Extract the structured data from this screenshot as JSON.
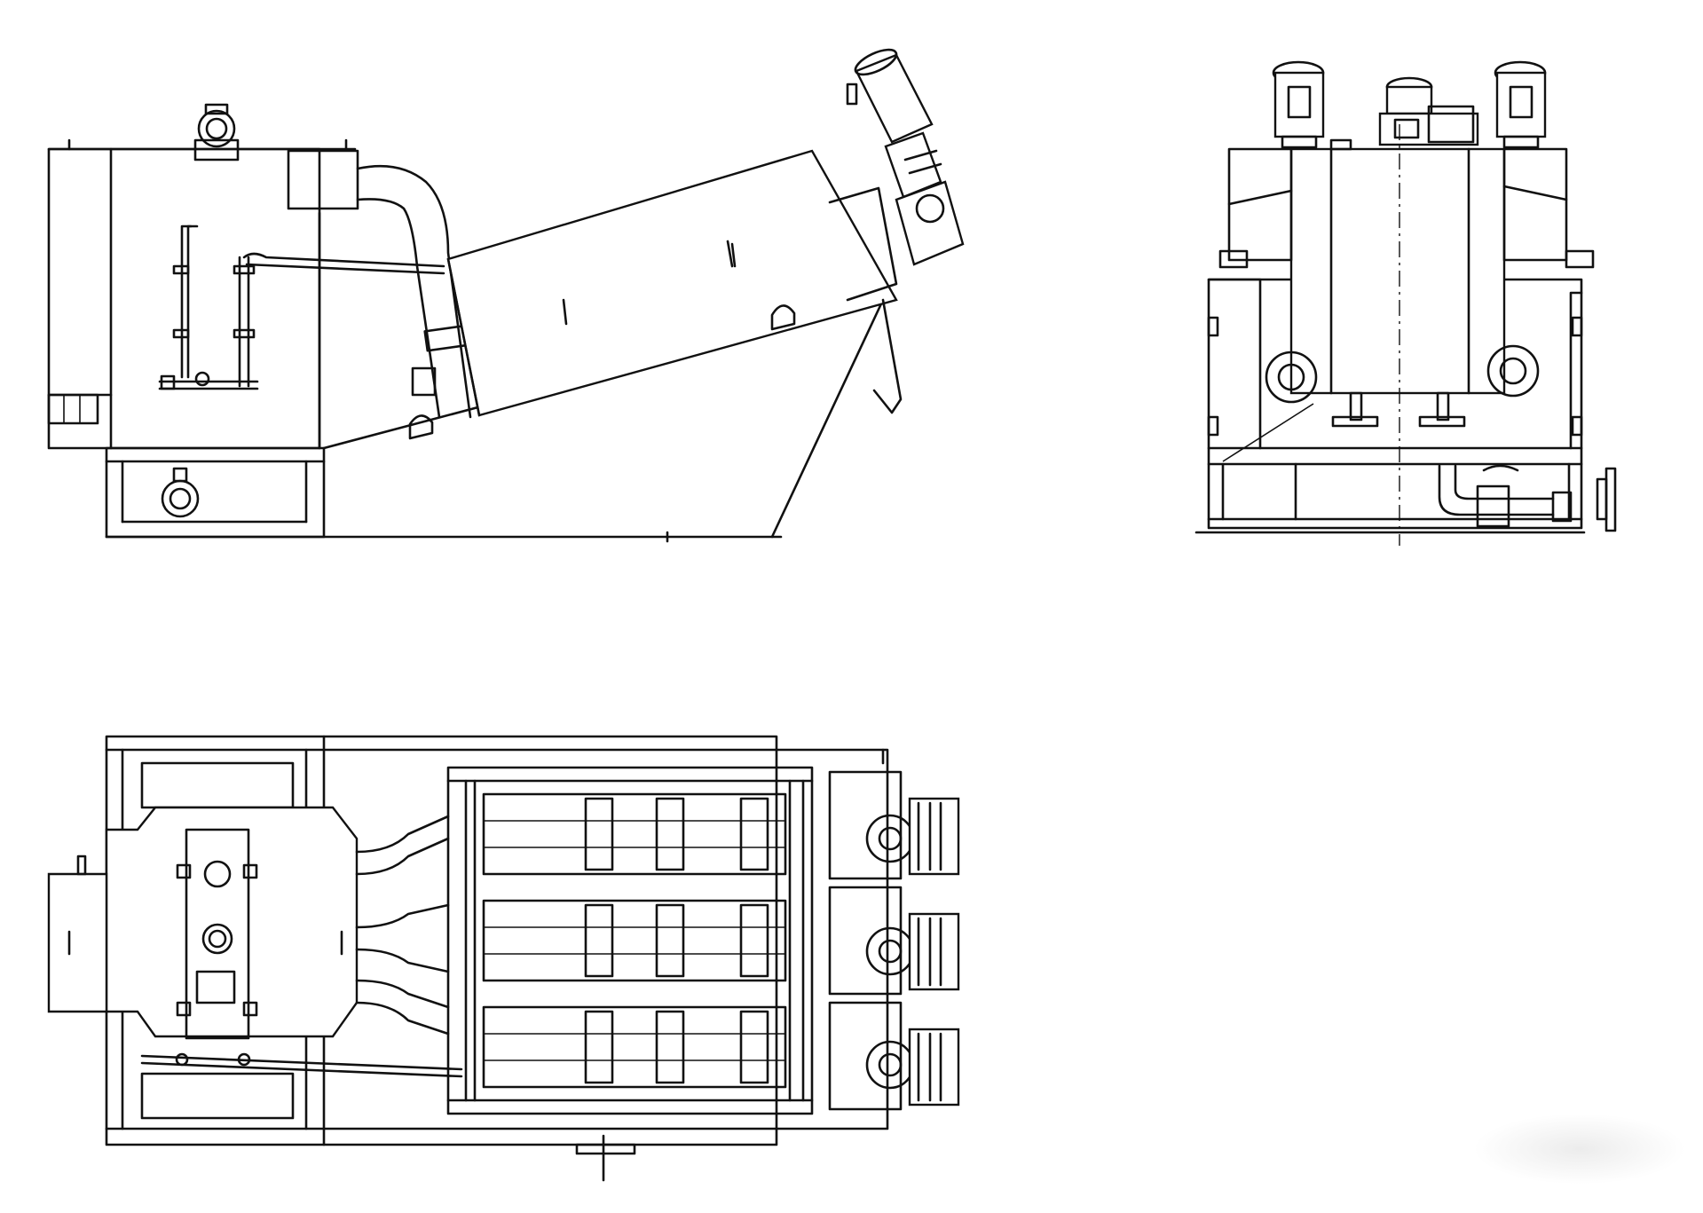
{
  "drawing": {
    "line_color": "#111111",
    "background": "#ffffff",
    "views": [
      {
        "id": "side-elevation",
        "components": [
          "thickening-tank",
          "flocculation-pipe",
          "screw-press-drum",
          "drive-motor",
          "support-frame",
          "piping"
        ]
      },
      {
        "id": "end-elevation",
        "components": [
          "three-motors",
          "tank-body",
          "base-frame",
          "outlet-pipe",
          "centerline"
        ]
      },
      {
        "id": "plan-view",
        "components": [
          "tank-top",
          "three-screw-drums",
          "three-gear-motors",
          "base-frame"
        ]
      }
    ]
  }
}
